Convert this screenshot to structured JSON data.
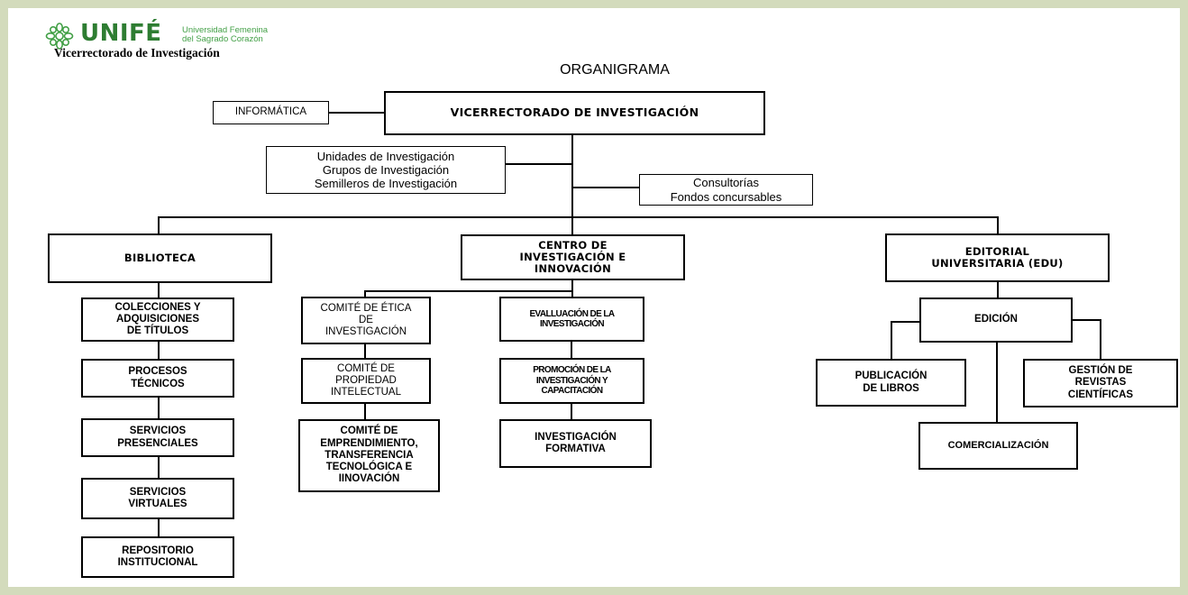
{
  "header": {
    "logo_text": "UNIFÉ",
    "university_line1": "Universidad Femenina",
    "university_line2": "del Sagrado Corazón",
    "subtitle": "Vicerrectorado de Investigación",
    "title": "ORGANIGRAMA",
    "colors": {
      "brand": "#2e7d32",
      "brand_light": "#43a047",
      "frame": "#d3dbbc"
    }
  },
  "top": {
    "vicerrectorado": "VICERRECTORADO DE INVESTIGACIÓN",
    "informatica": "INFORMÁTICA",
    "unidades": [
      "Unidades de Investigación",
      "Grupos de Investigación",
      "Semilleros de Investigación"
    ],
    "consultorias": [
      "Consultorías",
      "Fondos concursables"
    ]
  },
  "biblioteca": {
    "title": "BIBLIOTECA",
    "items": [
      [
        "COLECCIONES Y",
        "ADQUISICIONES",
        "DE TÍTULOS"
      ],
      [
        "PROCESOS",
        "TÉCNICOS"
      ],
      [
        "SERVICIOS",
        "PRESENCIALES"
      ],
      [
        "SERVICIOS",
        "VIRTUALES"
      ],
      [
        "REPOSITORIO",
        "INSTITUCIONAL"
      ]
    ]
  },
  "centro": {
    "title": [
      "CENTRO DE",
      "INVESTIGACIÓN E",
      "INNOVACIÓN"
    ],
    "left_items": [
      [
        "COMITÉ DE ÉTICA",
        "DE",
        "INVESTIGACIÓN"
      ],
      [
        "COMITÉ DE",
        "PROPIEDAD",
        "INTELECTUAL"
      ],
      [
        "COMITÉ DE",
        "EMPRENDIMIENTO,",
        "TRANSFERENCIA",
        "TECNOLÓGICA E",
        "IINOVACIÓN"
      ]
    ],
    "right_items": [
      [
        "EVALLUACIÓN DE LA",
        "INVESTIGACIÓN"
      ],
      [
        "PROMOCIÓN DE LA",
        "INVESTIGACIÓN Y",
        "CAPACITACIÓN"
      ],
      [
        "INVESTIGACIÓN",
        "FORMATIVA"
      ]
    ]
  },
  "editorial": {
    "title": [
      "EDITORIAL",
      "UNIVERSITARIA (EDU)"
    ],
    "edicion": "EDICIÓN",
    "publicacion": [
      "PUBLICACIÓN",
      "DE LIBROS"
    ],
    "comercializacion": "COMERCIALIZACIÓN",
    "gestion": [
      "GESTIÓN DE",
      "REVISTAS",
      "CIENTÍFICAS"
    ]
  }
}
